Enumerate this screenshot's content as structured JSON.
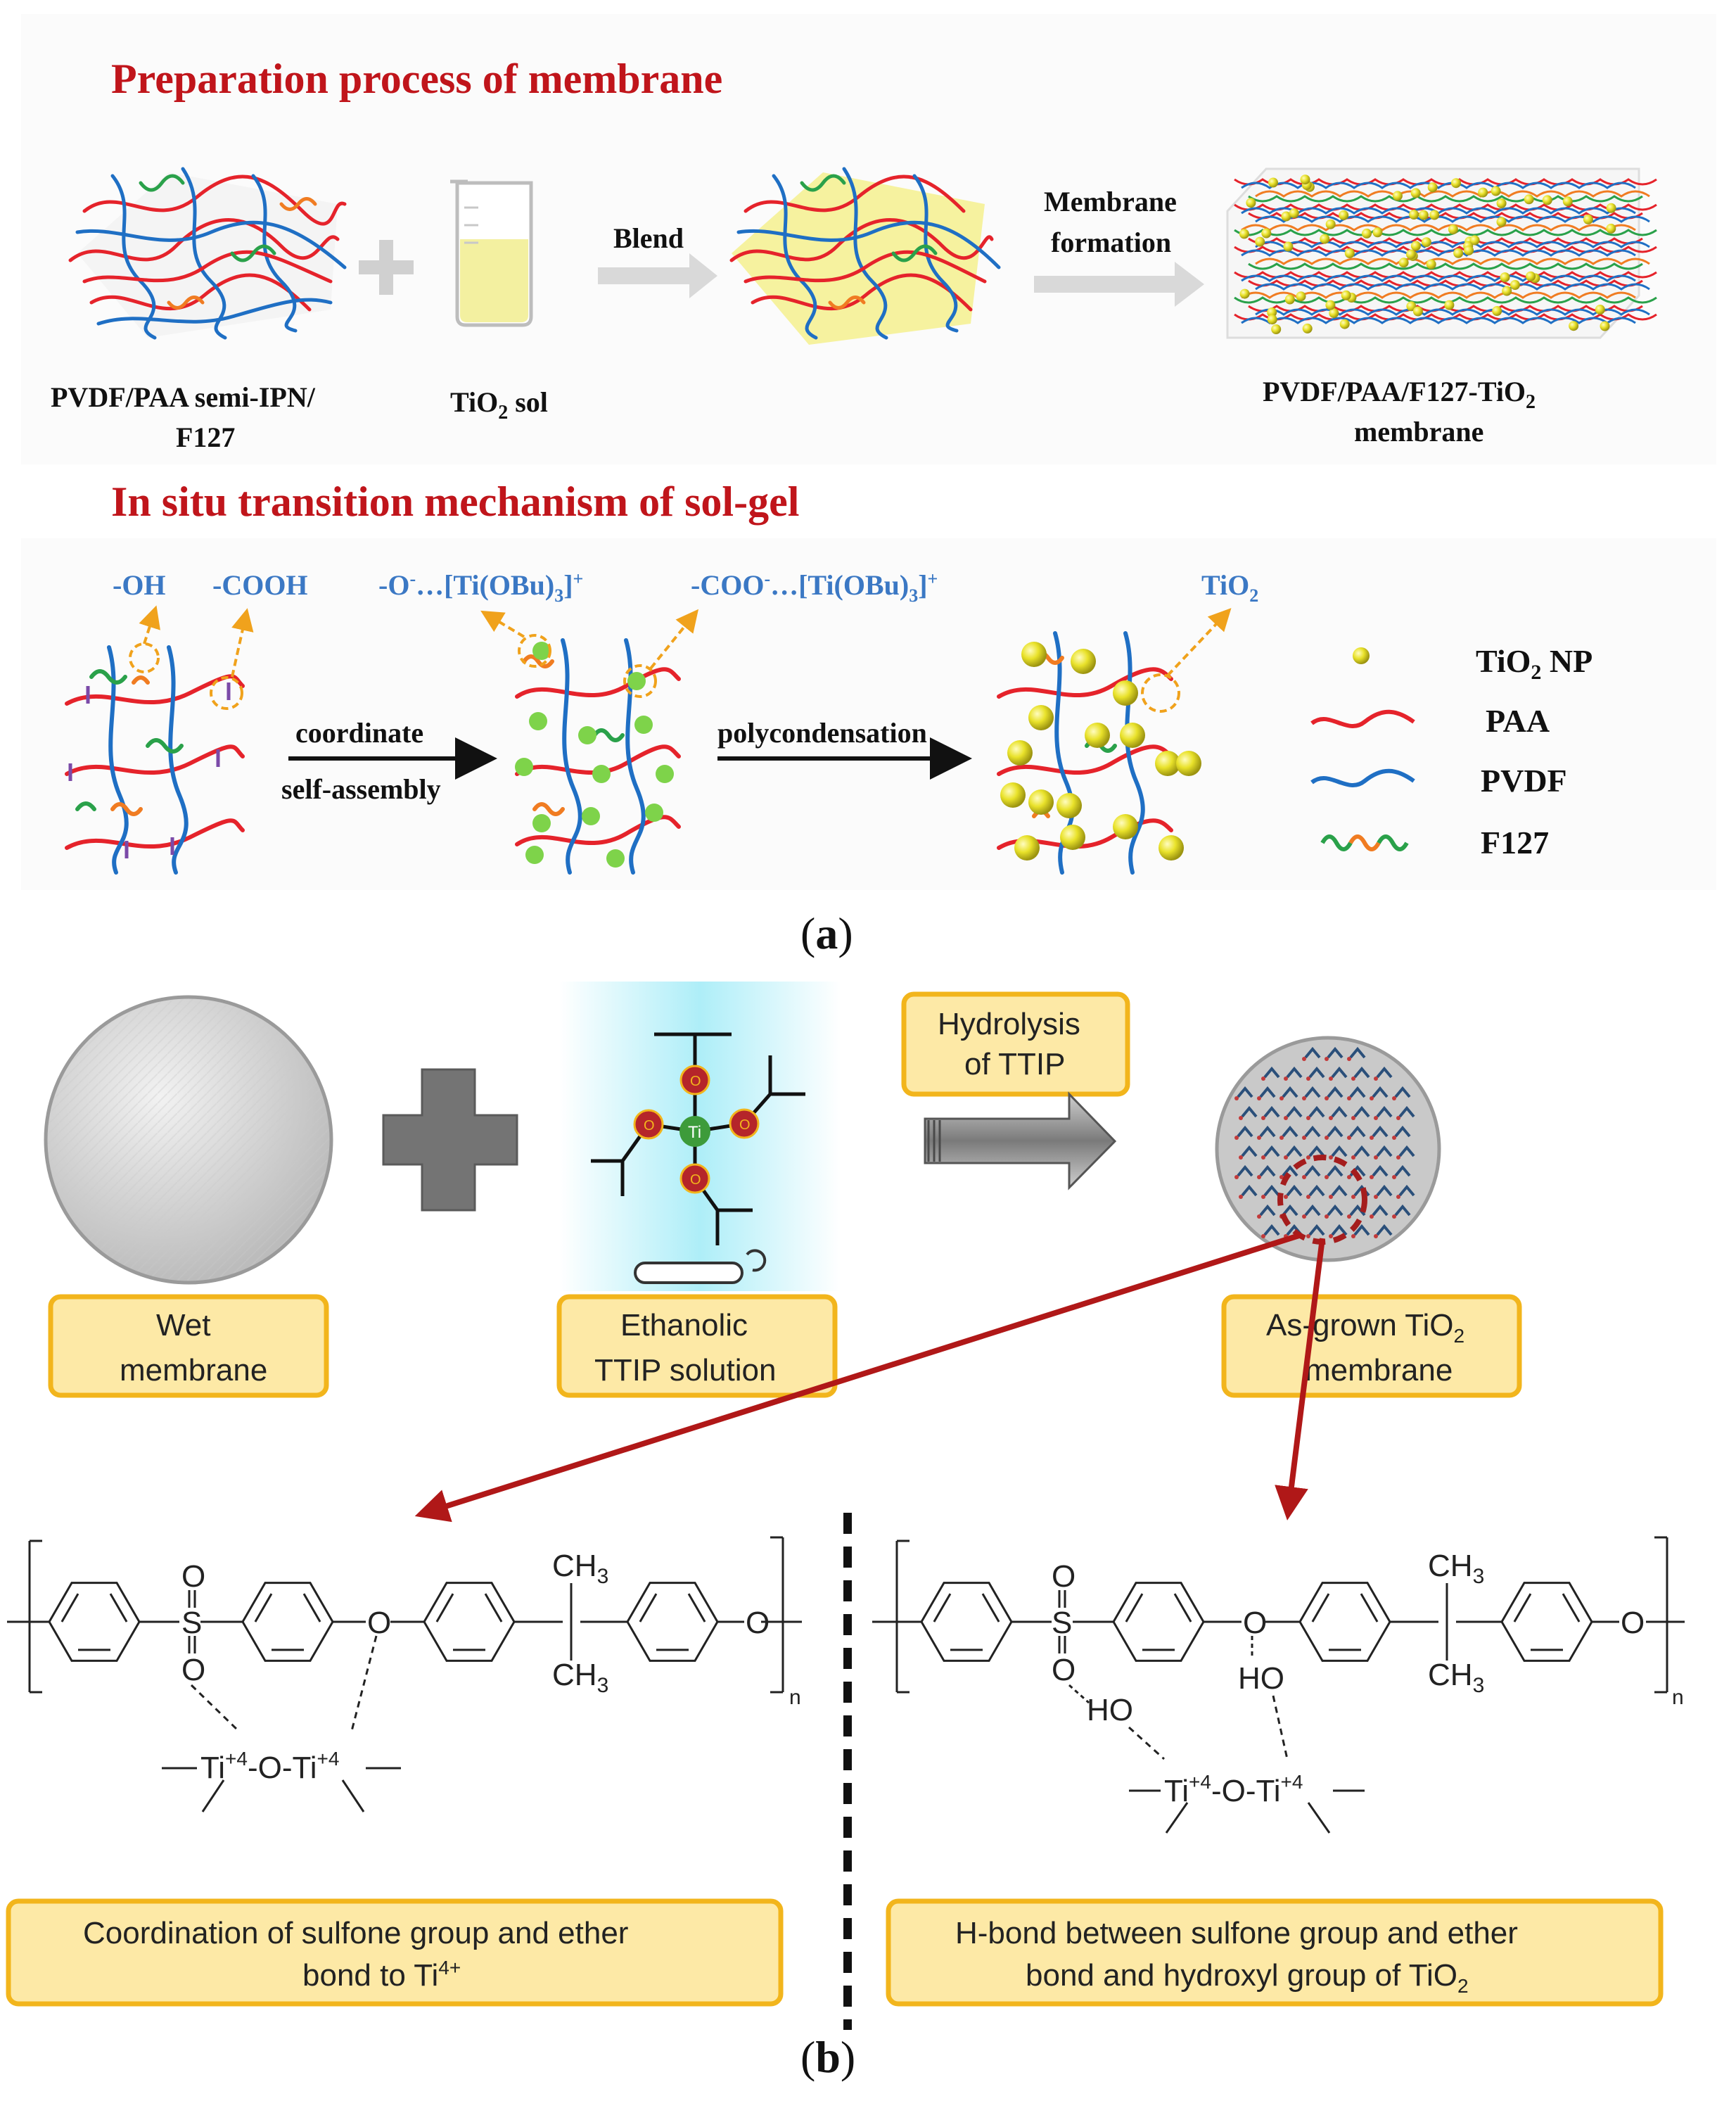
{
  "panel_a": {
    "label_open": "(",
    "label_letter": "a",
    "label_close": ")",
    "title_top": "Preparation process of membrane",
    "title_mid": "In situ transition mechanism of sol-gel",
    "prep": {
      "item1_line1": "PVDF/PAA semi-IPN/",
      "item1_line2": "F127",
      "item2_main": "TiO",
      "item2_sub": "2",
      "item2_tail": " sol",
      "arrow1": "Blend",
      "arrow2_line1": "Membrane",
      "arrow2_line2": "formation",
      "item3_line1_main": "PVDF/PAA/F127-TiO",
      "item3_line1_sub": "2",
      "item3_line2": "membrane"
    },
    "mech": {
      "oh": "-OH",
      "cooh": "-COOH",
      "o_complex_a": "-O",
      "o_complex_sup1": "-",
      "o_complex_b": "…[Ti(OBu)",
      "o_complex_sub": "3",
      "o_complex_c": "]",
      "o_complex_sup2": "+",
      "coo_complex_a": "-COO",
      "coo_complex_sup1": "-",
      "coo_complex_b": "…[Ti(OBu)",
      "coo_complex_sub": "3",
      "coo_complex_c": "]",
      "coo_complex_sup2": "+",
      "tio2_main": "TiO",
      "tio2_sub": "2",
      "arrow1_line1": "coordinate",
      "arrow1_line2": "self-assembly",
      "arrow2": "polycondensation"
    },
    "legend": [
      {
        "label_main": "TiO",
        "label_sub": "2",
        "label_tail": " NP",
        "icon": "tio2-np-icon"
      },
      {
        "label_main": "PAA",
        "label_sub": "",
        "label_tail": "",
        "icon": "paa-chain-icon"
      },
      {
        "label_main": "PVDF",
        "label_sub": "",
        "label_tail": "",
        "icon": "pvdf-chain-icon"
      },
      {
        "label_main": "F127",
        "label_sub": "",
        "label_tail": "",
        "icon": "f127-chain-icon"
      }
    ]
  },
  "panel_b": {
    "label_open": "(",
    "label_letter": "b",
    "label_close": ")",
    "hydrolysis_line1": "Hydrolysis",
    "hydrolysis_line2": "of TTIP",
    "wet_line1": "Wet",
    "wet_line2": "membrane",
    "ethanolic_line1": "Ethanolic",
    "ethanolic_line2": "TTIP solution",
    "asgrown_line1_main": "As-grown TiO",
    "asgrown_line1_sub": "2",
    "asgrown_line2": "membrane",
    "ti_atom": "Ti",
    "o_atom": "O",
    "left_box_line1": "Coordination of sulfone group and ether",
    "left_box_line2_main": "bond to Ti",
    "left_box_line2_sup": "4+",
    "right_box_line1": "H-bond between sulfone group and ether",
    "right_box_line2_main": "bond and hydroxyl group of TiO",
    "right_box_line2_sub": "2",
    "chem": {
      "O": "O",
      "S": "S",
      "CH3": "CH",
      "CH3_sub": "3",
      "n": "n",
      "HO": "HO",
      "Ti": "Ti",
      "Ti_charge": "+4",
      "O_link": "-O-",
      "dash": "—"
    }
  },
  "colors": {
    "title_red": "#c0151b",
    "blue_label": "#3b78c4",
    "paa_red": "#e5232b",
    "pvdf_blue": "#1f6fc4",
    "f127_green": "#2aa14a",
    "f127_orange": "#f07c22",
    "tio2_yellow": "#d7d21a",
    "dark_red_arrow": "#b01818",
    "box_fill": "#fde9a6",
    "box_border": "#f2b51c"
  }
}
